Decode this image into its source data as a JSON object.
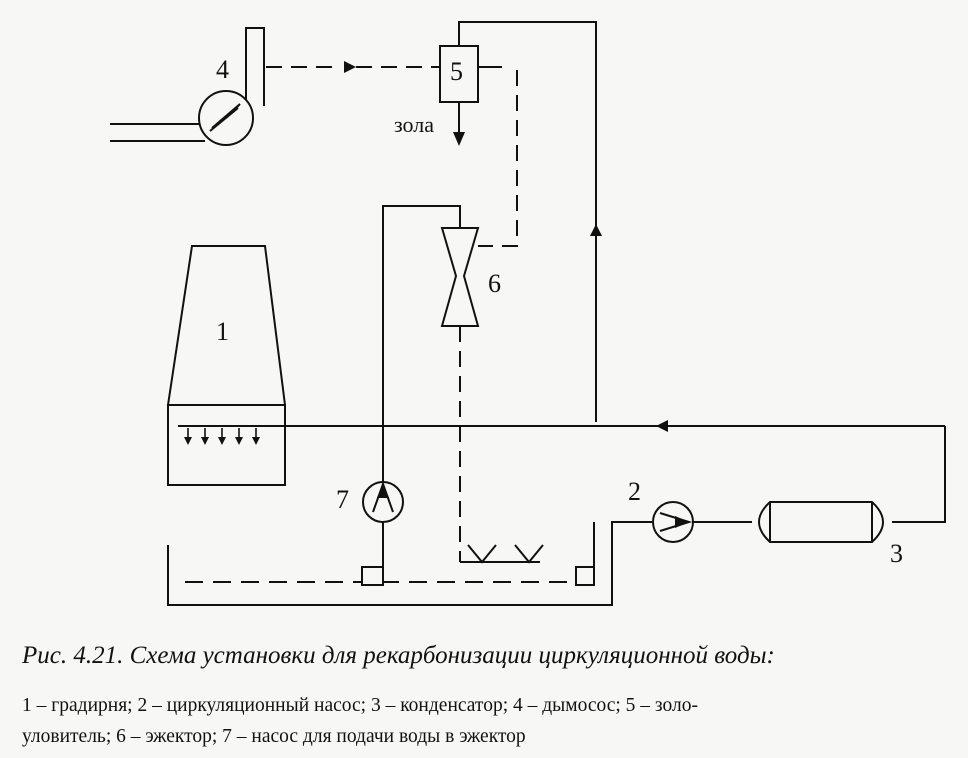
{
  "labels": {
    "n1": "1",
    "n2": "2",
    "n3": "3",
    "n4": "4",
    "n5": "5",
    "n6": "6",
    "n7": "7",
    "ash": "зола"
  },
  "caption": "Рис. 4.21. Схема установки для рекарбонизации циркуляционной воды:",
  "legend": [
    "1 – градирня; 2 – циркуляционный насос; 3 – конденсатор; 4 – дымосос; 5 – золо-",
    "уловитель; 6 – эжектор; 7 – насос для подачи воды в эжектор"
  ]
}
